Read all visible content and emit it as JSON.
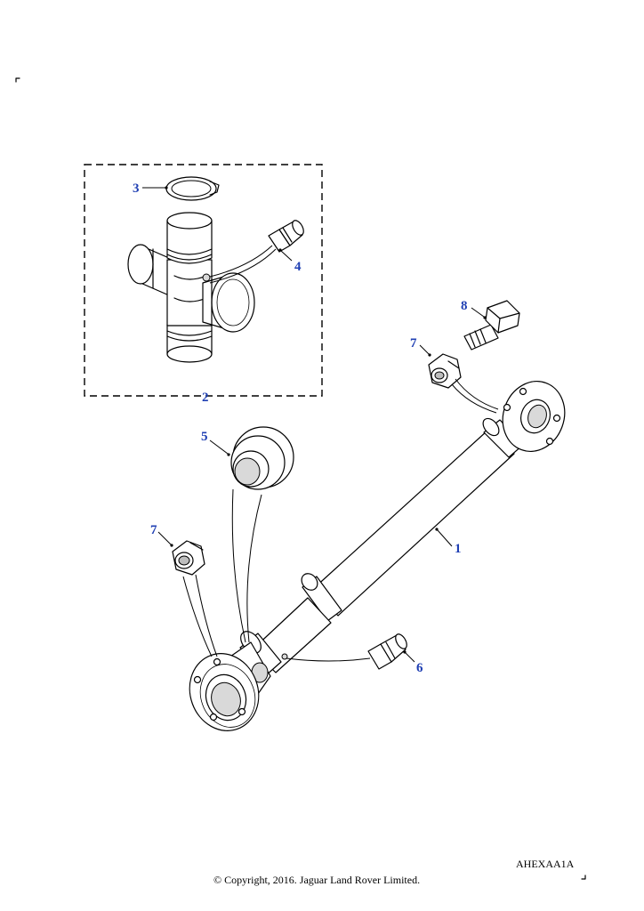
{
  "callouts": {
    "c1": "1",
    "c2": "2",
    "c3": "3",
    "c4": "4",
    "c5": "5",
    "c6": "6",
    "c7a": "7",
    "c7b": "7",
    "c8": "8"
  },
  "illustration_code": "AHEXAA1A",
  "copyright": "© Copyright, 2016. Jaguar Land Rover Limited.",
  "colors": {
    "callout": "#1f3fb3",
    "line": "#000000",
    "background": "#ffffff"
  }
}
